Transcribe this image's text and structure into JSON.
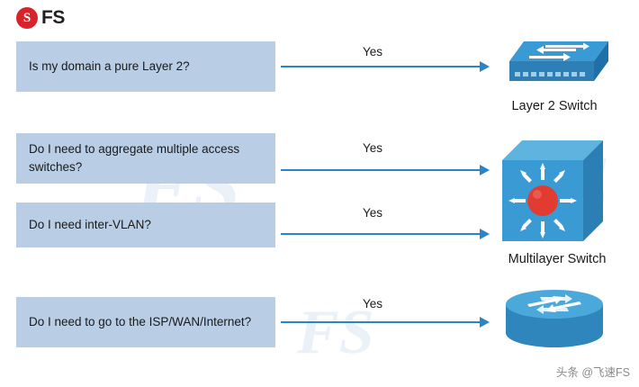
{
  "brand": {
    "mark": "S",
    "name": "FS"
  },
  "watermarks": {
    "text": "FS"
  },
  "questions": [
    {
      "id": "q1",
      "text": "Is my domain a pure Layer 2?"
    },
    {
      "id": "q2",
      "text": "Do I need to aggregate multiple access switches?"
    },
    {
      "id": "q3",
      "text": "Do I need inter-VLAN?"
    },
    {
      "id": "q4",
      "text": "Do I need to go to the ISP/WAN/Internet?"
    }
  ],
  "arrows": [
    {
      "id": "a1",
      "label": "Yes"
    },
    {
      "id": "a2",
      "label": "Yes"
    },
    {
      "id": "a3",
      "label": "Yes"
    },
    {
      "id": "a4",
      "label": "Yes"
    }
  ],
  "devices": [
    {
      "id": "d1",
      "icon": "layer2-switch-icon",
      "caption": "Layer 2 Switch"
    },
    {
      "id": "d2",
      "icon": "multilayer-switch-icon",
      "caption": "Multilayer Switch"
    },
    {
      "id": "d3",
      "icon": "router-icon",
      "caption": ""
    }
  ],
  "footer": {
    "byline": "头条 @飞速FS"
  },
  "colors": {
    "box_fill": "#b9cde5",
    "arrow": "#2a84c8",
    "brand_red": "#d8232a",
    "device_blue": "#3a9bd4",
    "device_dark": "#1f6fa8",
    "accent_red": "#e23b32",
    "watermark": "#eaf1f8"
  }
}
